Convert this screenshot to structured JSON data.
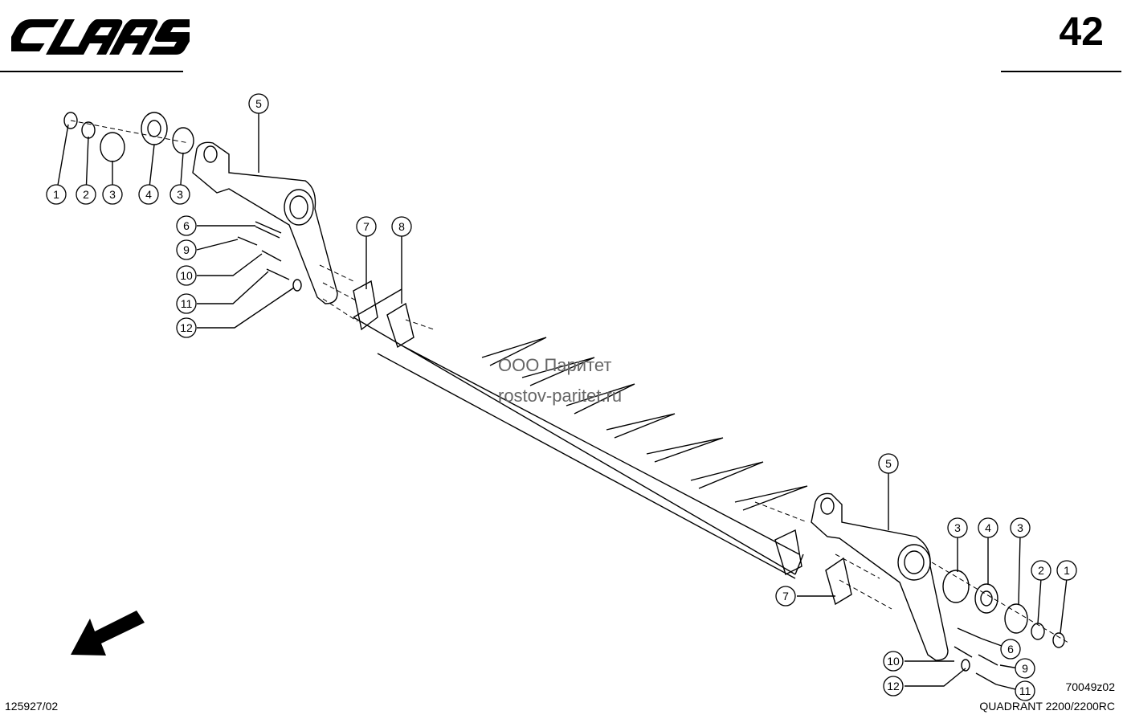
{
  "header": {
    "brand": "CLAAS",
    "page_number": "42"
  },
  "footer": {
    "document_number": "125927/02",
    "figure_code": "70049z02",
    "model": "QUADRANT 2200/2200RC"
  },
  "watermark": {
    "line1": "ООО Паритет",
    "line2": "rostov-paritet.ru"
  },
  "callouts": {
    "left_top": [
      "1",
      "2",
      "3",
      "4",
      "3"
    ],
    "left_arm": "5",
    "left_side": [
      "6",
      "9",
      "10",
      "11",
      "12"
    ],
    "left_plates": [
      "7",
      "8"
    ],
    "right_arm": "5",
    "right_top": [
      "3",
      "4",
      "3",
      "2",
      "1"
    ],
    "right_plate": "7",
    "right_side_right": [
      "6",
      "9",
      "11"
    ],
    "right_side_left": [
      "10",
      "12"
    ]
  }
}
